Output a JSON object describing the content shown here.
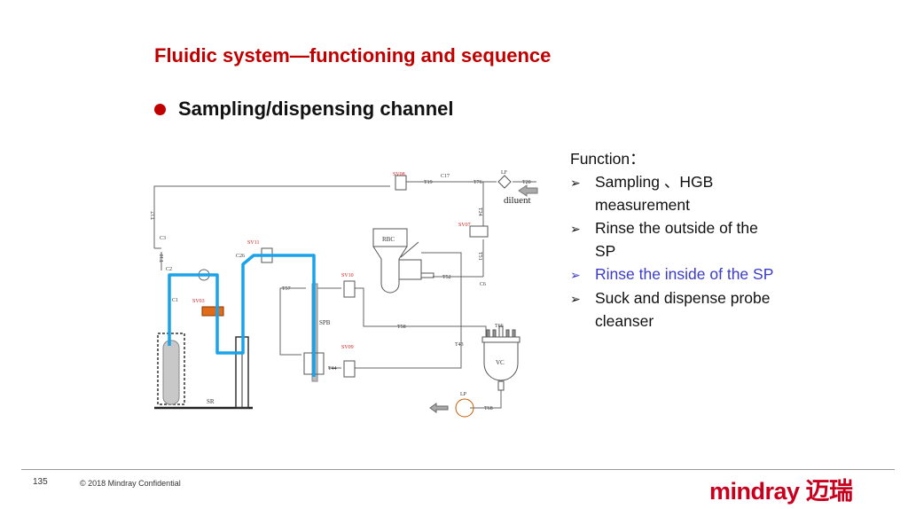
{
  "slide": {
    "title": "Fluidic system—functioning and sequence",
    "subtitle": "Sampling/dispensing channel",
    "accent_color": "#c00000",
    "highlight_color": "#3b3bc8",
    "flow_color": "#1aa3e8"
  },
  "function_box": {
    "heading": "Function：",
    "bullet_icon": "arrowhead-bullet",
    "items": [
      {
        "text": "Sampling 、HGB measurement",
        "highlighted": false
      },
      {
        "text": "Rinse the outside of the SP",
        "highlighted": false
      },
      {
        "text": "Rinse the inside of the SP",
        "highlighted": true
      },
      {
        "text": "Suck and dispense probe cleanser",
        "highlighted": false
      }
    ]
  },
  "diagram": {
    "valves": [
      "SV08",
      "SV11",
      "SV03",
      "SV10",
      "SV09",
      "SV07"
    ],
    "tubes": [
      "T17",
      "T10",
      "T19",
      "T76",
      "T20",
      "T24",
      "T51",
      "T52",
      "T57",
      "T58",
      "T43",
      "T44",
      "T66",
      "T68"
    ],
    "connectors": [
      "C3",
      "C2",
      "C1",
      "C26",
      "C17",
      "C6"
    ],
    "components": {
      "rbc": "RBC",
      "spb": "SPB",
      "sr": "SR",
      "vc": "VC",
      "lp": "LP",
      "lf": "LF"
    },
    "diluent_label": "diluent"
  },
  "footer": {
    "page_number": "135",
    "copyright": "© 2018 Mindray Confidential",
    "logo_text": "mindray 迈瑞"
  }
}
